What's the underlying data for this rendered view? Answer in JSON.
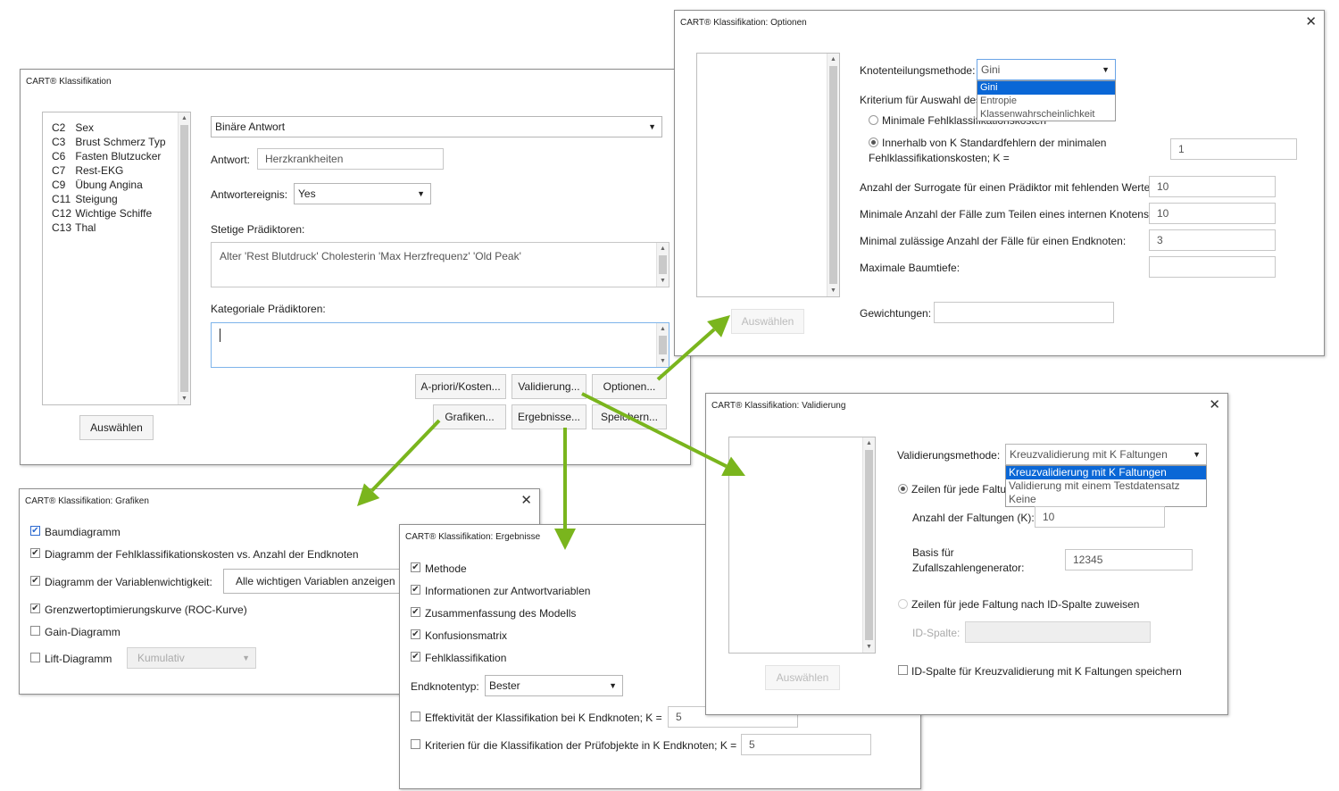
{
  "main": {
    "title": "CART® Klassifikation",
    "variables": [
      {
        "code": "C2",
        "name": "Sex"
      },
      {
        "code": "C3",
        "name": "Brust Schmerz Typ"
      },
      {
        "code": "C6",
        "name": "Fasten Blutzucker"
      },
      {
        "code": "C7",
        "name": "Rest-EKG"
      },
      {
        "code": "C9",
        "name": "Übung Angina"
      },
      {
        "code": "C11",
        "name": "Steigung"
      },
      {
        "code": "C12",
        "name": "Wichtige Schiffe"
      },
      {
        "code": "C13",
        "name": "Thal"
      }
    ],
    "select_button": "Auswählen",
    "response_type": "Binäre Antwort",
    "response_label": "Antwort:",
    "response_value": "Herzkrankheiten",
    "event_label": "Antwortereignis:",
    "event_value": "Yes",
    "continuous_label": "Stetige Prädiktoren:",
    "continuous_value": "Alter 'Rest Blutdruck' Cholesterin 'Max Herzfrequenz' 'Old Peak'",
    "categorical_label": "Kategoriale Prädiktoren:",
    "categorical_value": "",
    "buttons": {
      "prior": "A-priori/Kosten...",
      "validation": "Validierung...",
      "options": "Optionen...",
      "graphs": "Grafiken...",
      "results": "Ergebnisse...",
      "storage": "Speichern..."
    }
  },
  "options": {
    "title": "CART® Klassifikation: Optionen",
    "select_button": "Auswählen",
    "split_method_label": "Knotenteilungsmethode:",
    "split_method_value": "Gini",
    "split_method_options": [
      "Gini",
      "Entropie",
      "Klassenwahrscheinlichkeit"
    ],
    "criterion_label": "Kriterium für Auswahl des",
    "criterion_min": "Minimale Fehlklassifikationskosten",
    "criterion_k_line1": "Innerhalb von K Standardfehlern der minimalen",
    "criterion_k_line2": "Fehlklassifikationskosten; K =",
    "k_value": "1",
    "surrogates_label": "Anzahl der Surrogate für einen Prädiktor mit fehlenden Werten:",
    "surrogates_value": "10",
    "min_split_label": "Minimale Anzahl der Fälle zum Teilen eines internen Knotens:",
    "min_split_value": "10",
    "min_terminal_label": "Minimal zulässige Anzahl der Fälle für einen Endknoten:",
    "min_terminal_value": "3",
    "max_depth_label": "Maximale Baumtiefe:",
    "max_depth_value": "",
    "weights_label": "Gewichtungen:",
    "weights_value": ""
  },
  "graphs": {
    "title": "CART® Klassifikation: Grafiken",
    "tree": "Baumdiagramm",
    "misclass_plot": "Diagramm der Fehlklassifikationskosten vs. Anzahl der Endknoten",
    "importance_plot": "Diagramm der Variablenwichtigkeit:",
    "importance_value": "Alle wichtigen Variablen anzeigen",
    "roc": "Grenzwertoptimierungskurve (ROC-Kurve)",
    "gain": "Gain-Diagramm",
    "lift": "Lift-Diagramm",
    "lift_value": "Kumulativ"
  },
  "results": {
    "title": "CART® Klassifikation: Ergebnisse",
    "method": "Methode",
    "response_info": "Informationen zur Antwortvariablen",
    "model_summary": "Zusammenfassung des Modells",
    "confusion": "Konfusionsmatrix",
    "misclassification": "Fehlklassifikation",
    "node_type_label": "Endknotentyp:",
    "node_type_value": "Bester",
    "effectiveness_label": "Effektivität der Klassifikation bei K Endknoten; K =",
    "effectiveness_value": "5",
    "criteria_label": "Kriterien für die Klassifikation der Prüfobjekte in K Endknoten; K =",
    "criteria_value": "5"
  },
  "validation": {
    "title": "CART® Klassifikation: Validierung",
    "select_button": "Auswählen",
    "method_label": "Validierungsmethode:",
    "method_value": "Kreuzvalidierung mit K Faltungen",
    "method_options": [
      "Kreuzvalidierung mit K Faltungen",
      "Validierung mit einem Testdatensatz",
      "Keine"
    ],
    "assign_random": "Zeilen für jede Faltung",
    "folds_label": "Anzahl der Faltungen (K):",
    "folds_value": "10",
    "seed_label_1": "Basis für",
    "seed_label_2": "Zufallszahlengenerator:",
    "seed_value": "12345",
    "assign_id": "Zeilen für jede Faltung nach ID-Spalte zuweisen",
    "id_label": "ID-Spalte:",
    "id_value": "",
    "store_id": "ID-Spalte für Kreuzvalidierung mit K Faltungen speichern"
  },
  "colors": {
    "arrow": "#7ab51d",
    "selection": "#0a67d6"
  }
}
